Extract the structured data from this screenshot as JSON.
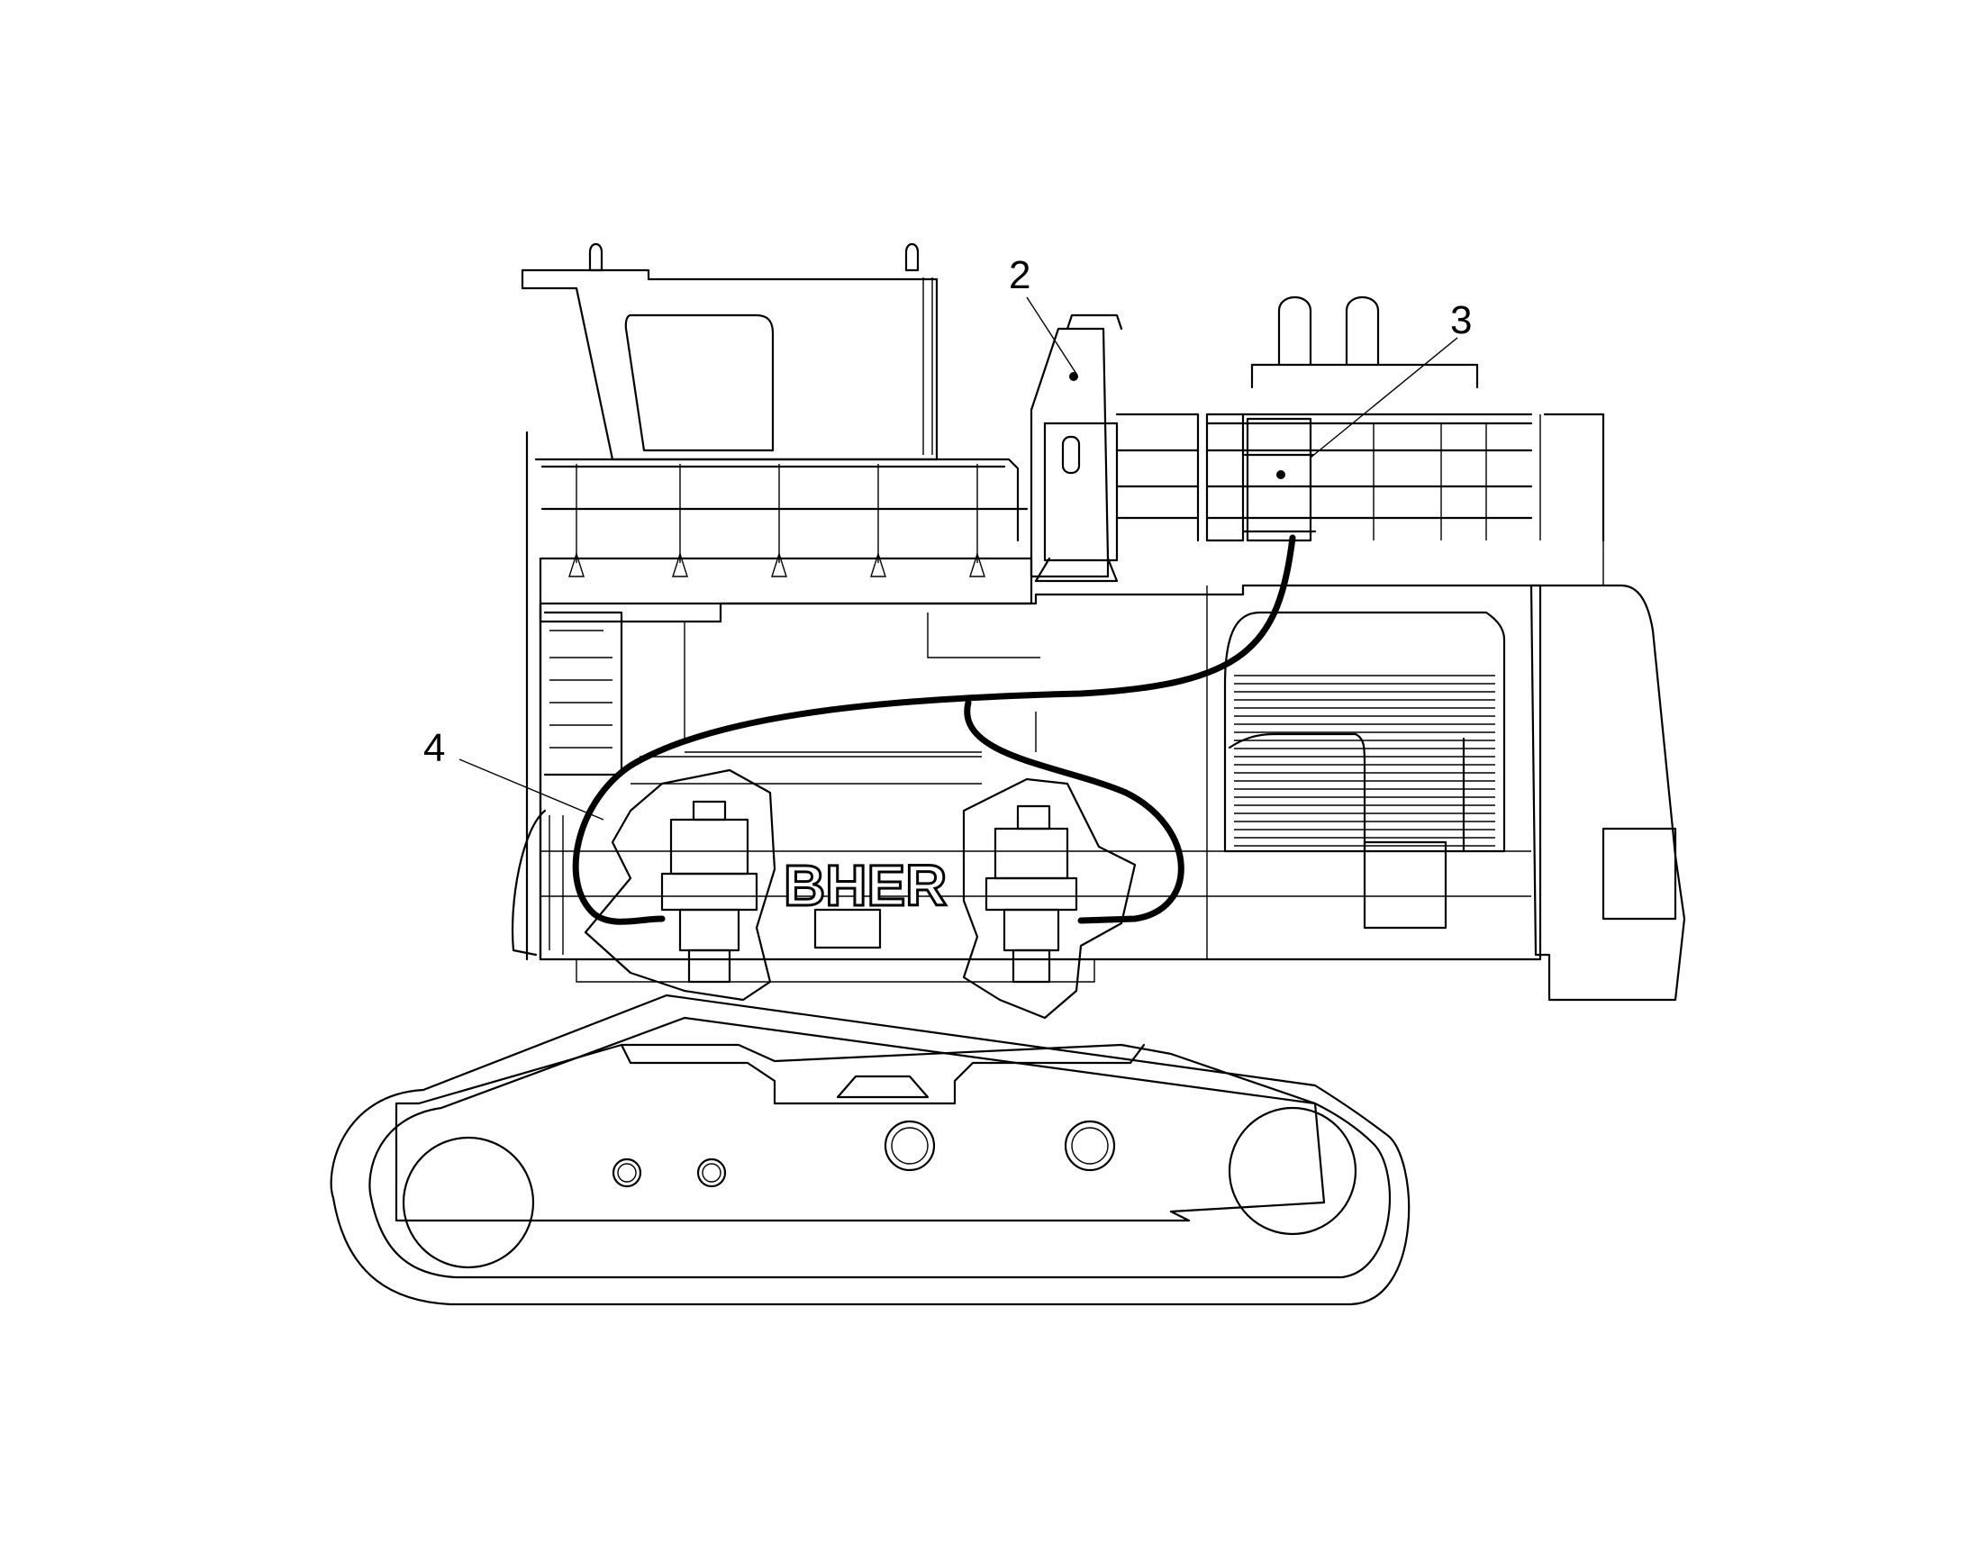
{
  "callouts": [
    {
      "id": "2",
      "label": "2"
    },
    {
      "id": "3",
      "label": "3"
    },
    {
      "id": "4",
      "label": "4"
    }
  ],
  "branding": {
    "visible_text": "BHER"
  },
  "colors": {
    "line": "#000000",
    "background": "#ffffff"
  }
}
